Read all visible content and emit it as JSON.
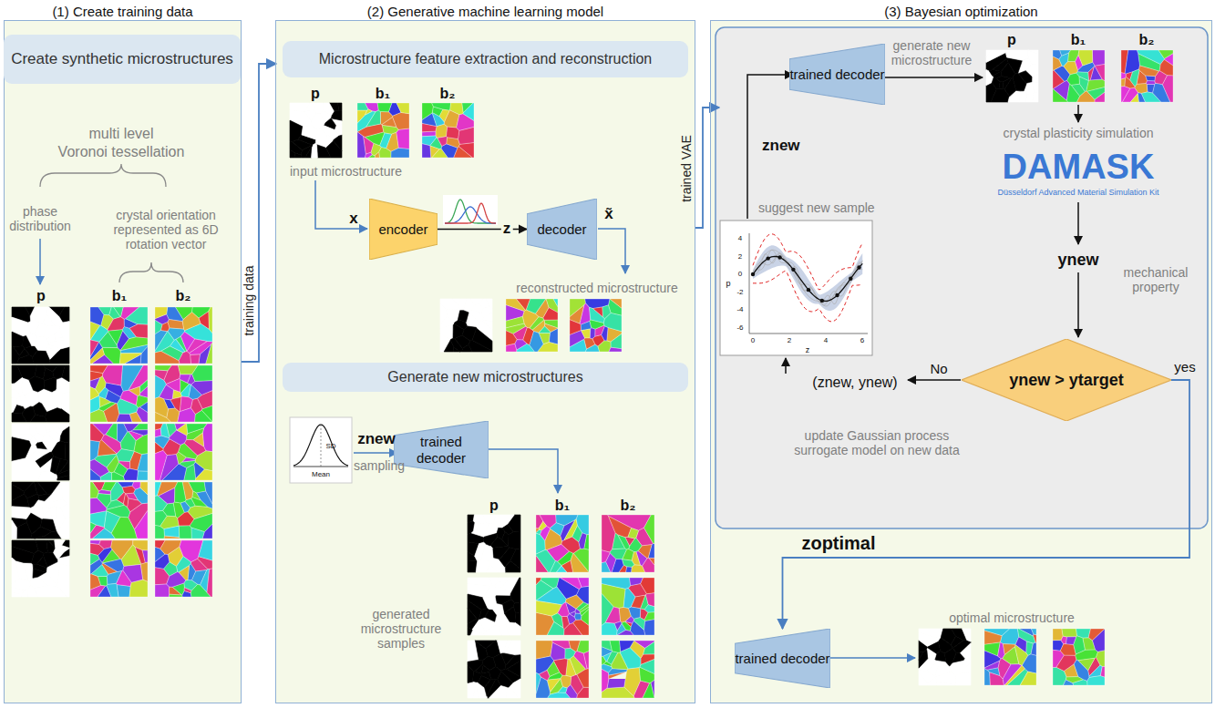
{
  "diagram": {
    "nodes": [
      {
        "text": [
          "(1) Create training data"
        ]
      },
      {
        "text": [
          "Create synthetic microstructures"
        ],
        "in": 0
      },
      {
        "text": [
          "(2) Generative machine learning model"
        ]
      },
      {
        "text": [
          "Microstructure feature extraction and reconstruction"
        ],
        "in": 2
      },
      {
        "text": [
          "encoder"
        ],
        "in": 2
      },
      {
        "text": [
          "decoder"
        ],
        "in": 2
      },
      {
        "text": [
          "Generate new microstructures"
        ],
        "in": 2
      },
      {
        "text": [
          "trained decoder"
        ],
        "in": 2
      },
      {
        "text": [
          "(3) Bayesian optimization"
        ]
      },
      {
        "text": [
          "trained decoder"
        ],
        "in": 8
      },
      {
        "text": [
          "ynew > ytarget"
        ],
        "in": 8
      },
      {
        "text": [
          "trained decoder"
        ],
        "in": 8
      }
    ],
    "edges": [
      {
        "from": 0,
        "to": 2,
        "arrow": "to",
        "label": "training data"
      },
      {
        "from": 2,
        "to": 8,
        "arrow": "to",
        "label": "trained VAE"
      },
      {
        "from": 4,
        "to": 5,
        "arrow": "to"
      },
      {
        "from": 10,
        "to": 11,
        "arrow": "to",
        "label": "zoptimal"
      }
    ],
    "labels": [
      "multi level",
      "Voronoi tessellation",
      "phase distribution",
      "crystal orientation represented as 6D rotation vector",
      "p",
      "b₁",
      "b₂",
      "input microstructure",
      "p",
      "b₁",
      "b₂",
      "x",
      "z",
      "x̃",
      "reconstructed microstructure",
      "SD",
      "Mean",
      "znew",
      "sampling",
      "p",
      "b₁",
      "b₂",
      "generated microstructure samples",
      "generate new microstructure",
      "p",
      "b₁",
      "b₂",
      "crystal plasticity simulation",
      "DAMASK",
      "Düsseldorf Advanced Material Simulation Kit",
      "ynew",
      "mechanical property",
      "(znew, ynew)",
      "update Gaussian process surrogate model on new data",
      "No",
      "yes",
      "suggest new sample",
      "znew",
      "optimal microstructure",
      "4",
      "2",
      "0",
      "-2",
      "-4",
      "-6",
      "0",
      "2",
      "4",
      "6",
      "p",
      "z"
    ]
  }
}
